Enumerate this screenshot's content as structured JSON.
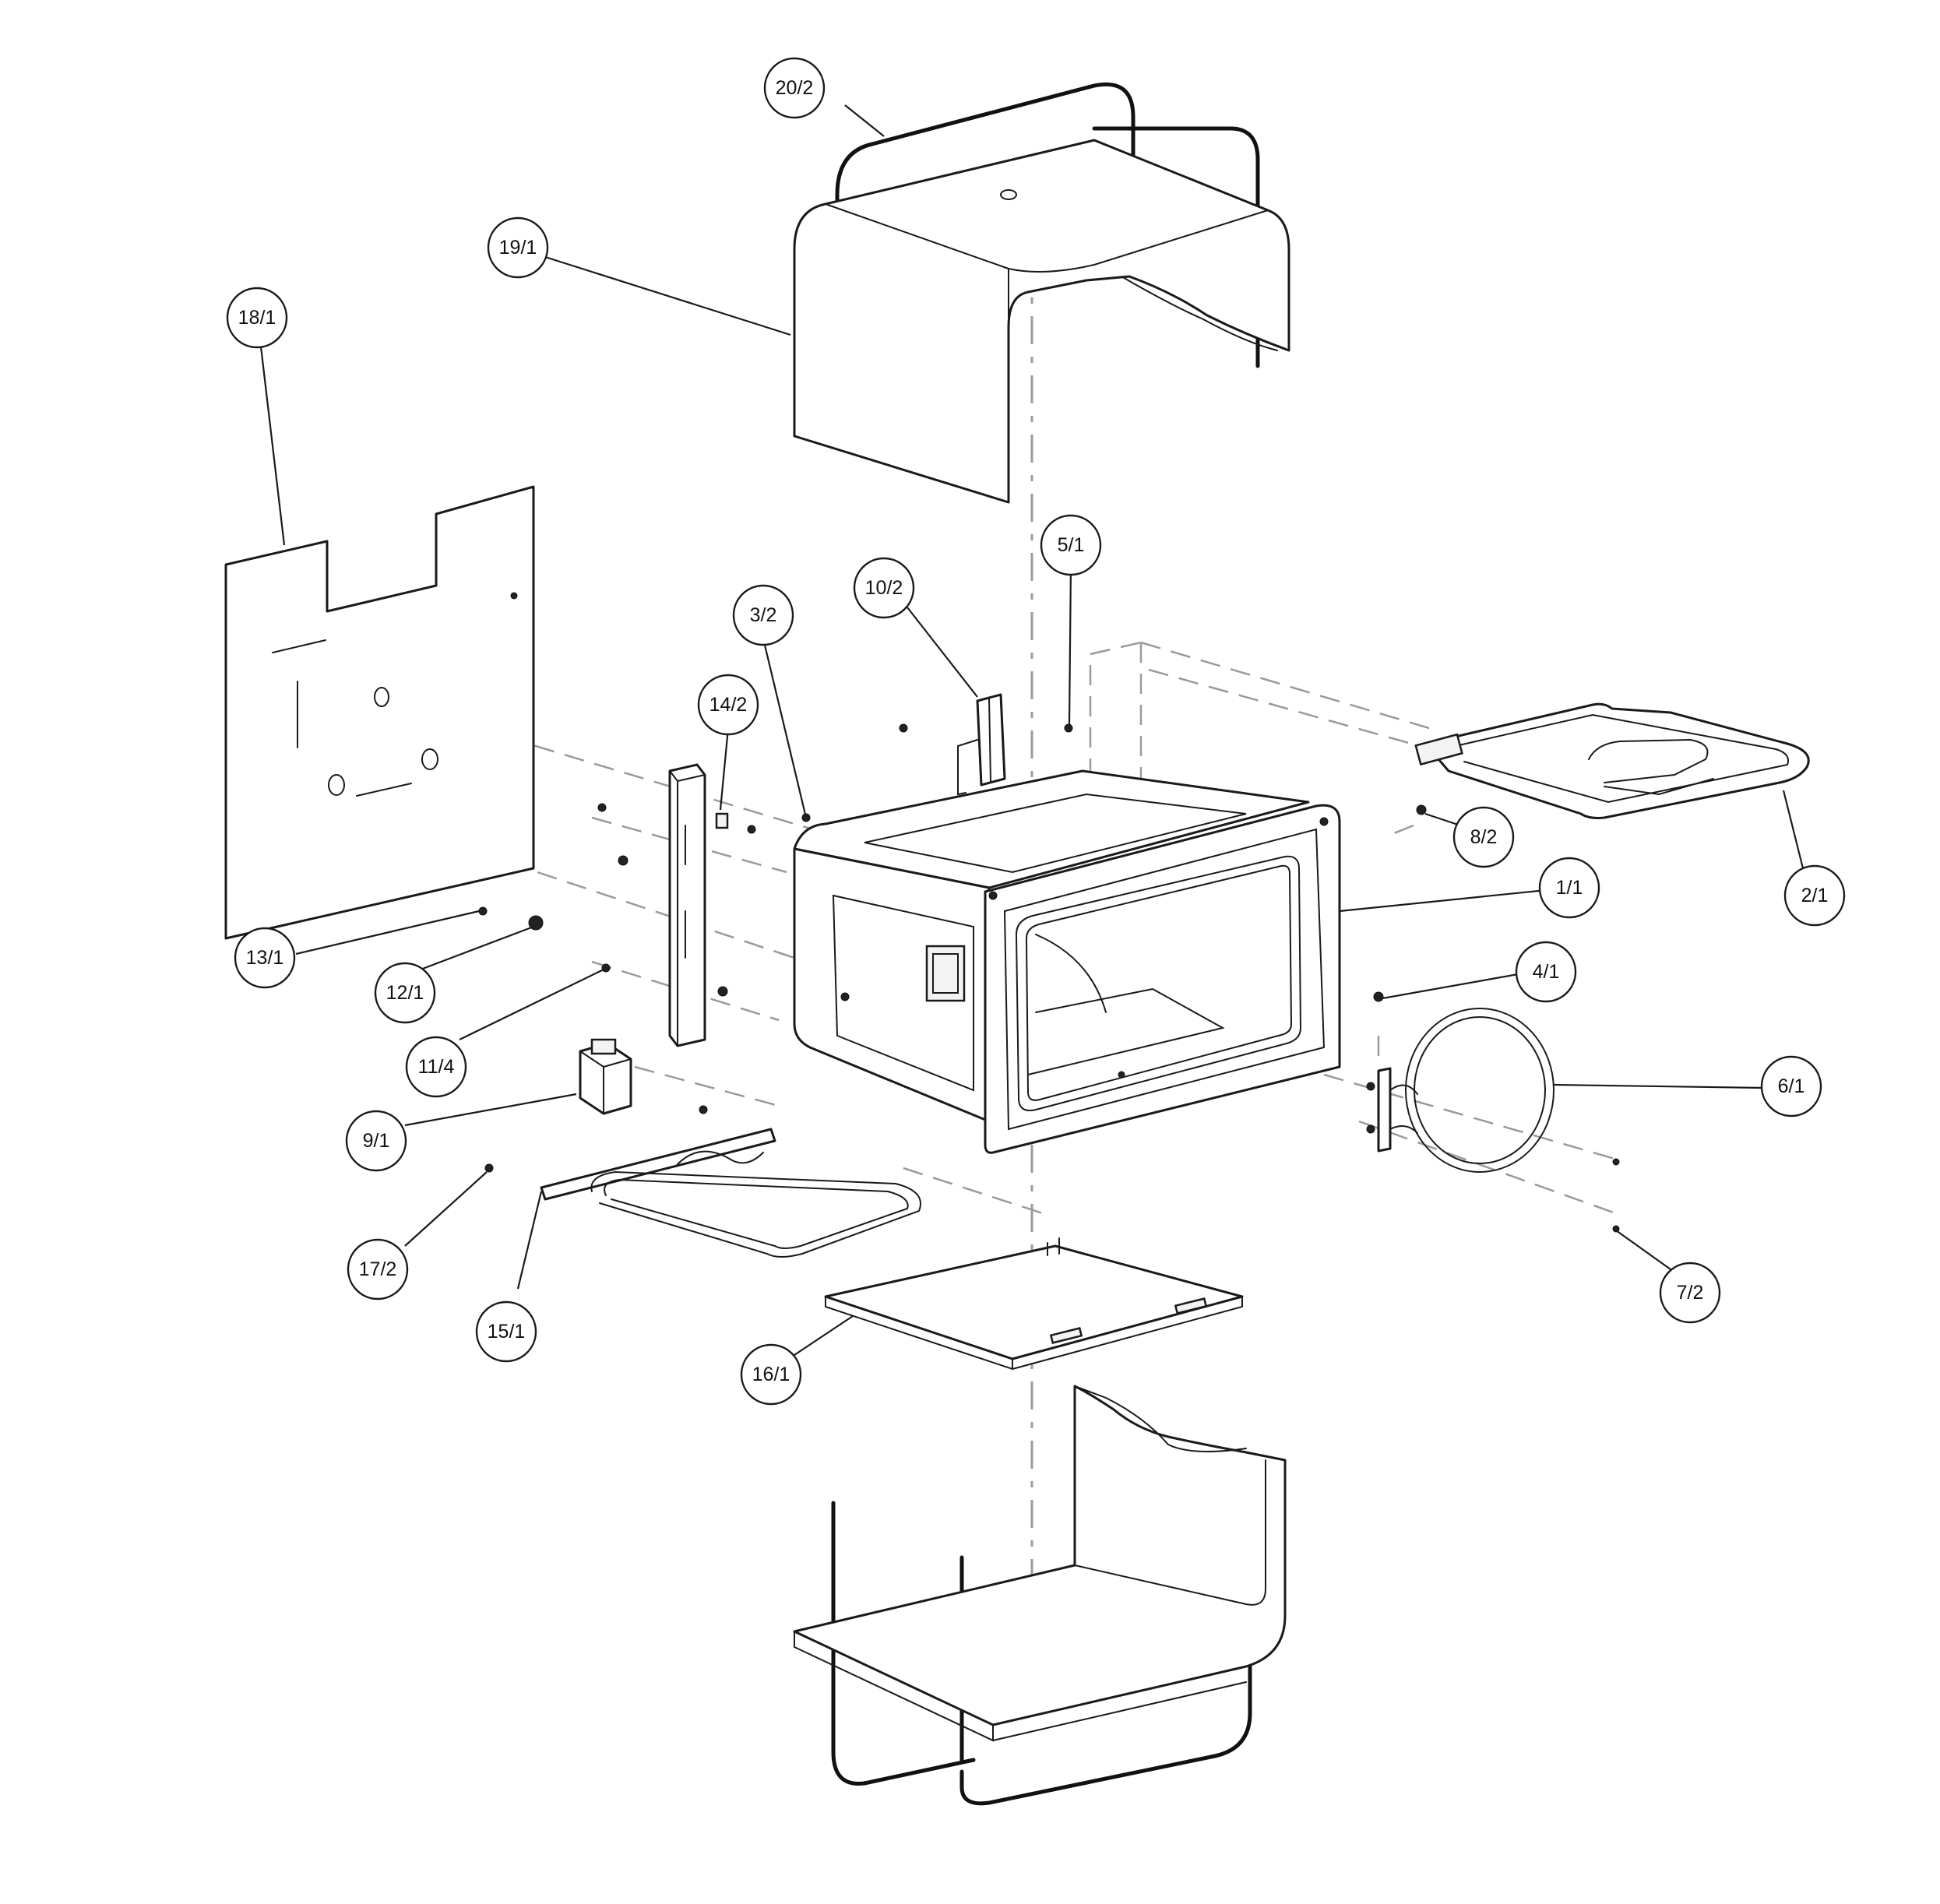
{
  "callouts": [
    {
      "id": "1-1",
      "text": "1/1"
    },
    {
      "id": "2-1",
      "text": "2/1"
    },
    {
      "id": "3-2",
      "text": "3/2"
    },
    {
      "id": "4-1",
      "text": "4/1"
    },
    {
      "id": "5-1",
      "text": "5/1"
    },
    {
      "id": "6-1",
      "text": "6/1"
    },
    {
      "id": "7-2",
      "text": "7/2"
    },
    {
      "id": "8-2",
      "text": "8/2"
    },
    {
      "id": "9-1",
      "text": "9/1"
    },
    {
      "id": "10-2",
      "text": "10/2"
    },
    {
      "id": "11-4",
      "text": "11/4"
    },
    {
      "id": "12-1",
      "text": "12/1"
    },
    {
      "id": "13-1",
      "text": "13/1"
    },
    {
      "id": "14-2",
      "text": "14/2"
    },
    {
      "id": "15-1",
      "text": "15/1"
    },
    {
      "id": "16-1",
      "text": "16/1"
    },
    {
      "id": "17-2",
      "text": "17/2"
    },
    {
      "id": "18-1",
      "text": "18/1"
    },
    {
      "id": "19-1",
      "text": "19/1"
    },
    {
      "id": "20-2",
      "text": "20/2"
    }
  ]
}
